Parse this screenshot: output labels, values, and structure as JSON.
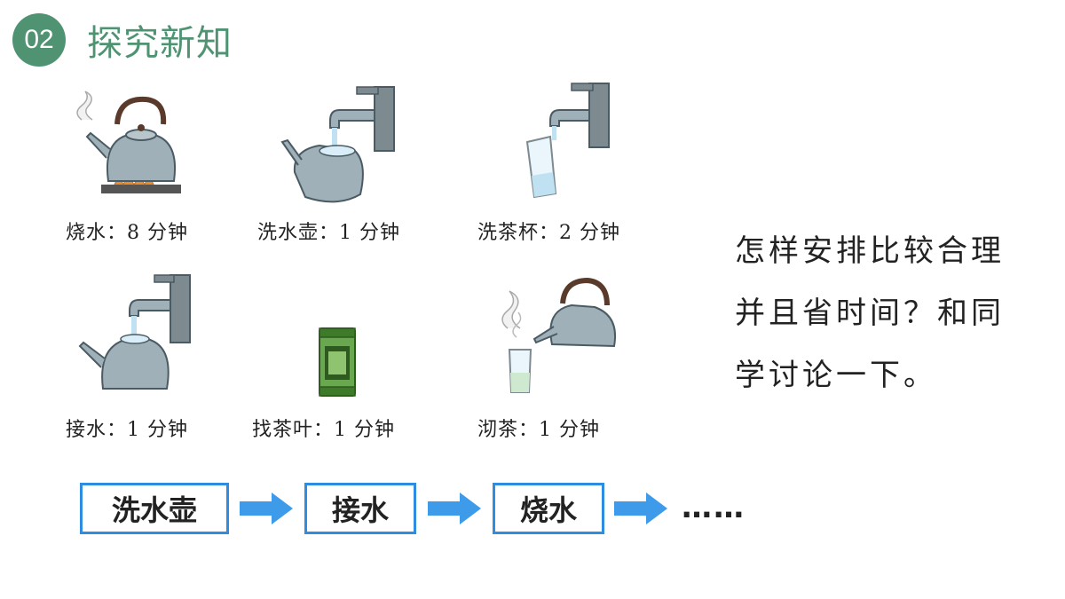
{
  "header": {
    "number": "02",
    "title": "探究新知"
  },
  "items": [
    {
      "icon": "kettle-boiling-icon",
      "caption": "烧水：8 分钟"
    },
    {
      "icon": "wash-kettle-icon",
      "caption": "洗水壶：1 分钟"
    },
    {
      "icon": "wash-cup-icon",
      "caption": "洗茶杯：2 分钟"
    },
    {
      "icon": "fill-kettle-icon",
      "caption": "接水：1 分钟"
    },
    {
      "icon": "tea-can-icon",
      "caption": "找茶叶：1 分钟"
    },
    {
      "icon": "pour-tea-icon",
      "caption": "沏茶：1 分钟"
    }
  ],
  "question": "怎样安排比较合理并且省时间？和同学讨论一下。",
  "flow": {
    "steps": [
      "洗水壶",
      "接水",
      "烧水"
    ],
    "ellipsis": "……"
  },
  "colors": {
    "accent_green": "#4f9373",
    "flow_blue": "#2e8de0",
    "arrow_blue": "#3d9be9"
  }
}
